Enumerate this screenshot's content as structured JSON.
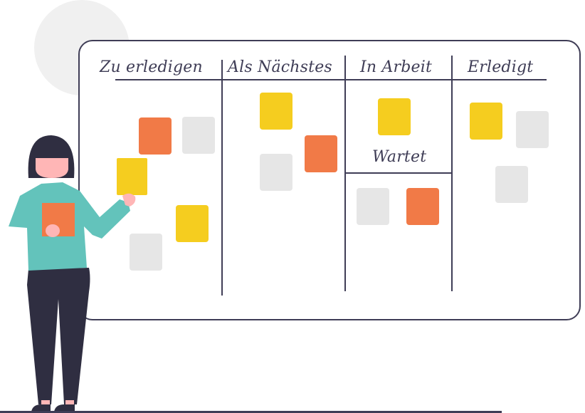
{
  "colors": {
    "ink": "#3f3d56",
    "note_yellow": "#f5cd1f",
    "note_orange": "#f17a47",
    "note_gray": "#e6e6e6",
    "shirt_teal": "#63c3bb",
    "skin": "#ffb6b6",
    "hair": "#2f2e41",
    "circle_bg": "#f0f0f0"
  },
  "board": {
    "columns": [
      {
        "key": "todo",
        "label": "Zu erledigen"
      },
      {
        "key": "next",
        "label": "Als Nächstes"
      },
      {
        "key": "in_progress",
        "label": "In Arbeit"
      },
      {
        "key": "done",
        "label": "Erledigt"
      }
    ],
    "sub_section": {
      "label": "Wartet",
      "parent": "in_progress"
    },
    "notes": {
      "todo": [
        "orange",
        "gray",
        "yellow",
        "yellow",
        "gray"
      ],
      "next": [
        "yellow",
        "orange",
        "gray"
      ],
      "in_progress": [
        "yellow"
      ],
      "waiting": [
        "gray",
        "orange"
      ],
      "done": [
        "yellow",
        "gray",
        "gray"
      ]
    }
  },
  "figure": {
    "description": "woman holding an orange note and placing a yellow note on the kanban board",
    "held_note": "orange",
    "placing_note": "yellow"
  }
}
